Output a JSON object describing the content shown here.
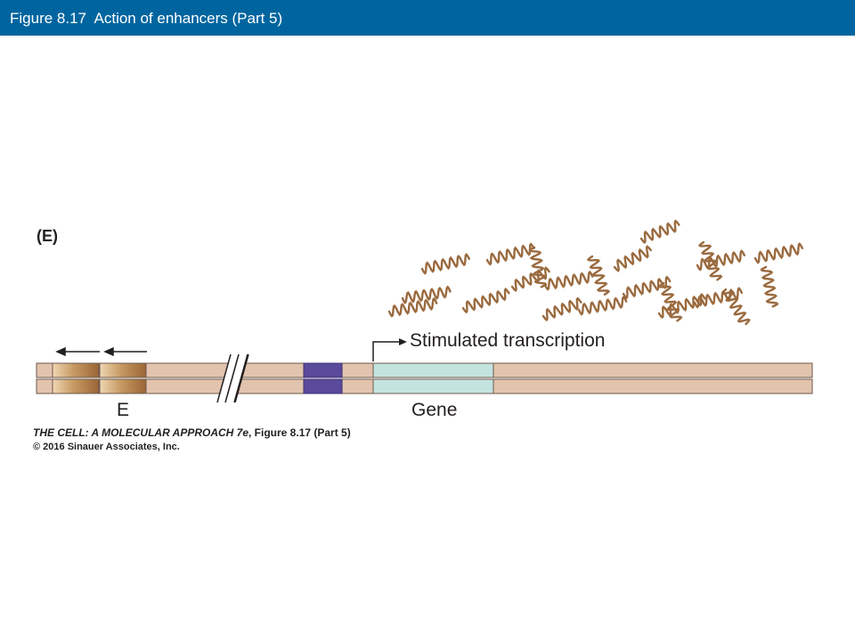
{
  "header": {
    "title": "Figure 8.17  Action of enhancers (Part 5)"
  },
  "diagram": {
    "panel_label": "(E)",
    "transcription_label": "Stimulated transcription",
    "enhancer_label": "E",
    "gene_label": "Gene"
  },
  "caption": {
    "book_title": "THE CELL: A MOLECULAR APPROACH 7e",
    "figure_ref": ", Figure 8.17 (Part 5)",
    "copyright": "© 2016 Sinauer Associates, Inc."
  },
  "colors": {
    "header_bg": "#00659f",
    "dna": "#e2c4ae",
    "promoter": "#5a4a9c",
    "gene": "#c3e3de",
    "rna": "#9a6a3e",
    "enhancer": "#a5713d"
  }
}
